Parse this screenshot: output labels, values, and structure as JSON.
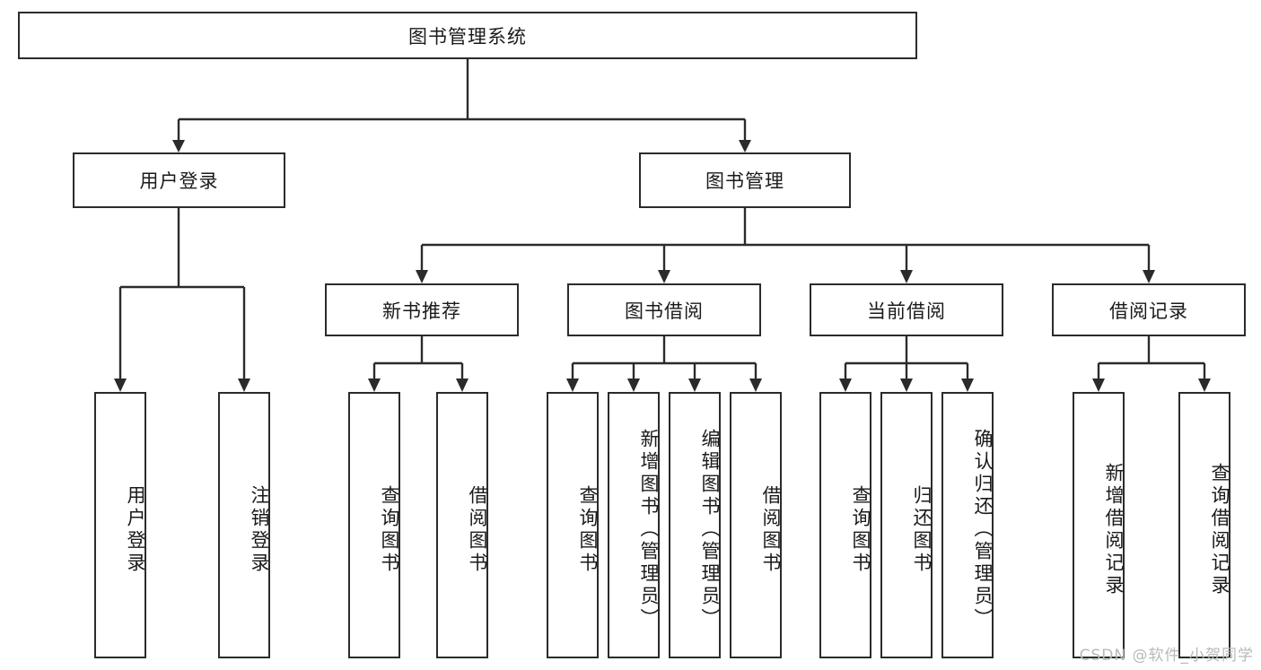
{
  "diagram": {
    "type": "tree",
    "title": "图书管理系统",
    "root": {
      "label": "图书管理系统"
    },
    "level1": [
      {
        "label": "用户登录"
      },
      {
        "label": "图书管理"
      }
    ],
    "level2": [
      {
        "label": "新书推荐"
      },
      {
        "label": "图书借阅"
      },
      {
        "label": "当前借阅"
      },
      {
        "label": "借阅记录"
      }
    ],
    "leaves": {
      "user_login": [
        {
          "label": "用户登录"
        },
        {
          "label": "注销登录"
        }
      ],
      "new_book": [
        {
          "label": "查询图书"
        },
        {
          "label": "借阅图书"
        }
      ],
      "borrow_book": [
        {
          "label": "查询图书"
        },
        {
          "label": "新增图书（管理员）"
        },
        {
          "label": "编辑图书（管理员）"
        },
        {
          "label": "借阅图书"
        }
      ],
      "current_borrow": [
        {
          "label": "查询图书"
        },
        {
          "label": "归还图书"
        },
        {
          "label": "确认归还（管理员）"
        }
      ],
      "borrow_record": [
        {
          "label": "新增借阅记录"
        },
        {
          "label": "查询借阅记录"
        }
      ]
    }
  },
  "watermark": {
    "text": "CSDN @软件_小贺同学"
  },
  "colors": {
    "border": "#2b2b2b",
    "background": "#ffffff",
    "text": "#1a1a1a",
    "watermark": "#b9b9b9"
  }
}
